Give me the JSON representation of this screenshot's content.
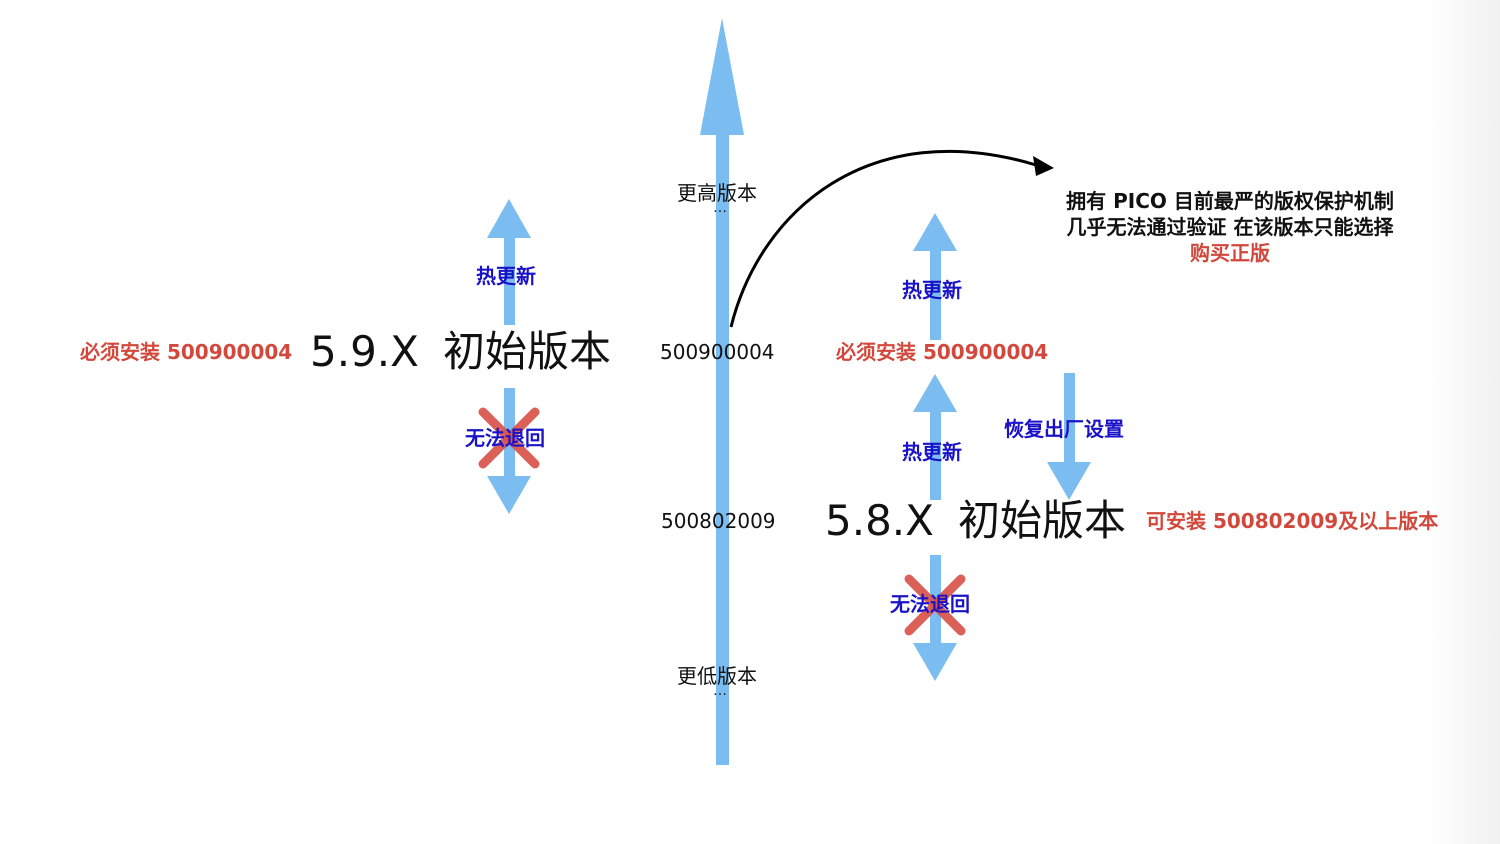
{
  "timeline": {
    "top_label": "更高版本",
    "bottom_label": "更低版本",
    "ellipsis": "…",
    "marker_upper": "500900004",
    "marker_lower": "500802009"
  },
  "left_case": {
    "required_install": "必须安装 500900004",
    "version": "5.9.X",
    "initial_version": "初始版本",
    "hot_update": "热更新",
    "cannot_rollback": "无法退回"
  },
  "right_case": {
    "required_install": "必须安装 500900004",
    "version": "5.8.X",
    "initial_version": "初始版本",
    "installable": "可安装 500802009及以上版本",
    "hot_update_top": "热更新",
    "hot_update_mid": "热更新",
    "factory_reset": "恢复出厂设置",
    "cannot_rollback": "无法退回"
  },
  "callout": {
    "line1": "拥有 PICO 目前最严的版权保护机制",
    "line2": "几乎无法通过验证 在该版本只能选择",
    "line3": "购买正版"
  },
  "colors": {
    "arrow_blue": "#7bbdf0",
    "cross_red": "#d9534a",
    "label_blue": "#1a12c8",
    "label_red": "#d2483c"
  }
}
